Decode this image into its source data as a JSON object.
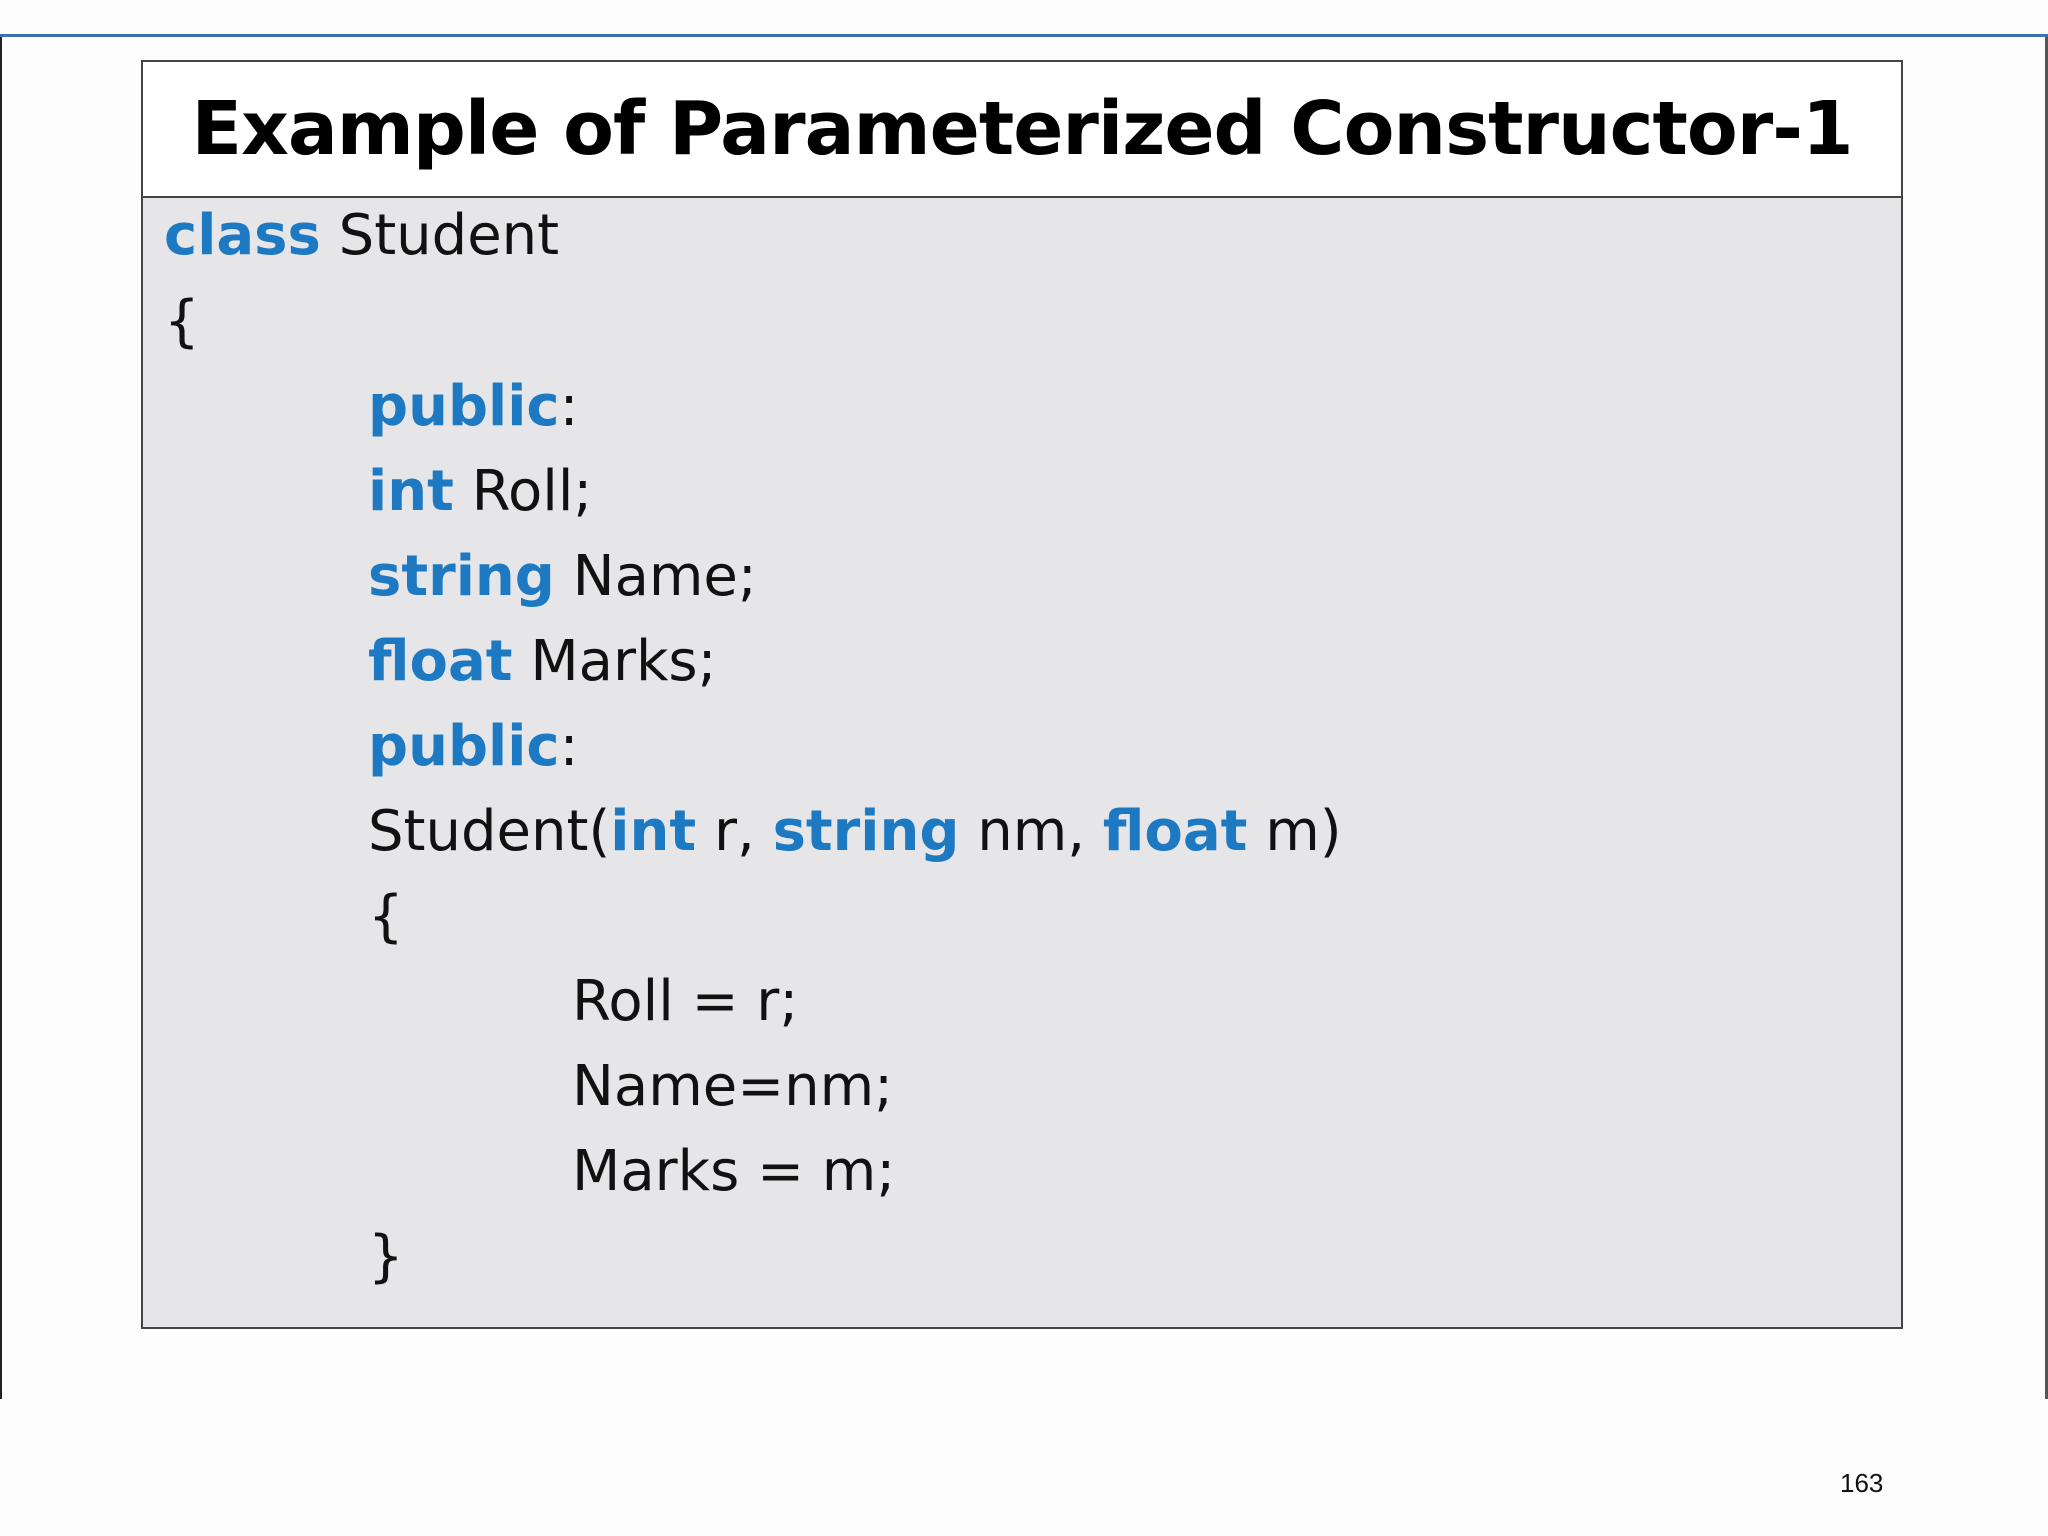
{
  "slide": {
    "title": "Example of Parameterized Constructor-1",
    "page_number": "163"
  },
  "colors": {
    "keyword": "#1d79c2",
    "code_background": "#e6e6e8",
    "header_rule": "#3d6fb3"
  },
  "code": {
    "l1_kw": "class",
    "l1_rest": " Student",
    "l2": "{",
    "l3_kw": "public",
    "l3_rest": ":",
    "l4_kw": "int",
    "l4_rest": " Roll;",
    "l5_kw": "string",
    "l5_rest": " Name;",
    "l6_kw": "float",
    "l6_rest": " Marks;",
    "l7_kw": "public",
    "l7_rest": ":",
    "l8_a": "Student(",
    "l8_kw1": "int",
    "l8_b": " r, ",
    "l8_kw2": "string",
    "l8_c": " nm, ",
    "l8_kw3": "float",
    "l8_d": " m)",
    "l9": "{",
    "l10": "Roll = r;",
    "l11": "Name=nm;",
    "l12": "Marks = m;",
    "l13": "}"
  }
}
